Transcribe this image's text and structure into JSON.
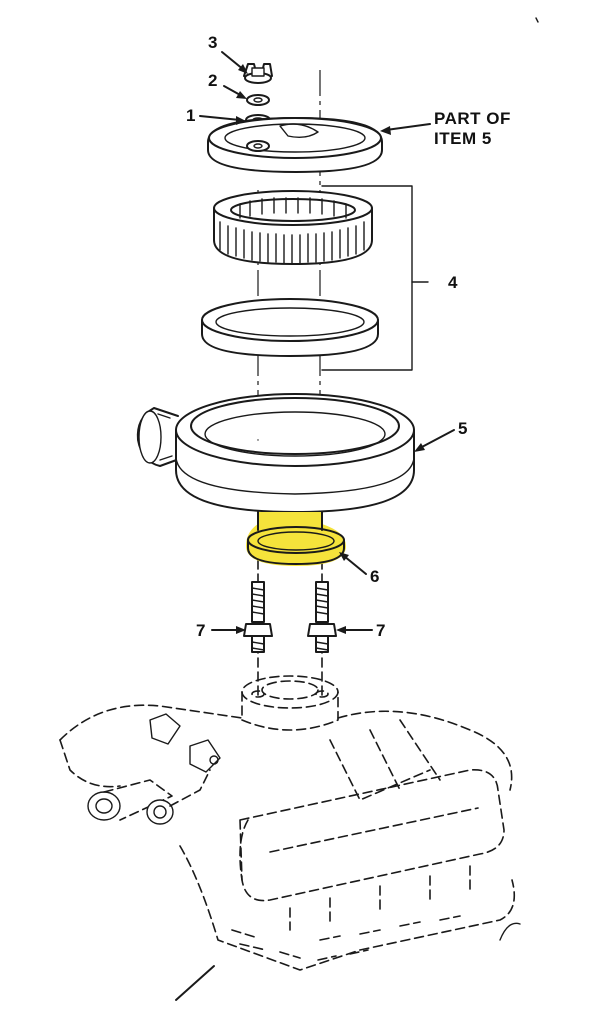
{
  "diagram": {
    "highlight_color": "#f5e33b",
    "callouts": {
      "item_1": "1",
      "item_2": "2",
      "item_3": "3",
      "item_4": "4",
      "item_5": "5",
      "item_6": "6",
      "item_7_left": "7",
      "item_7_right": "7",
      "part_of_line1": "PART OF",
      "part_of_line2": "ITEM 5"
    },
    "parts": [
      {
        "id": "1",
        "icon": "wing-nut-gasket-icon"
      },
      {
        "id": "2",
        "icon": "washer-icon"
      },
      {
        "id": "3",
        "icon": "wing-nut-icon"
      },
      {
        "id": "4",
        "icon": "filter-element-icon"
      },
      {
        "id": "5",
        "icon": "air-cleaner-housing-icon"
      },
      {
        "id": "6",
        "icon": "gasket-icon",
        "highlighted": true
      },
      {
        "id": "7",
        "icon": "stud-icon"
      }
    ]
  }
}
